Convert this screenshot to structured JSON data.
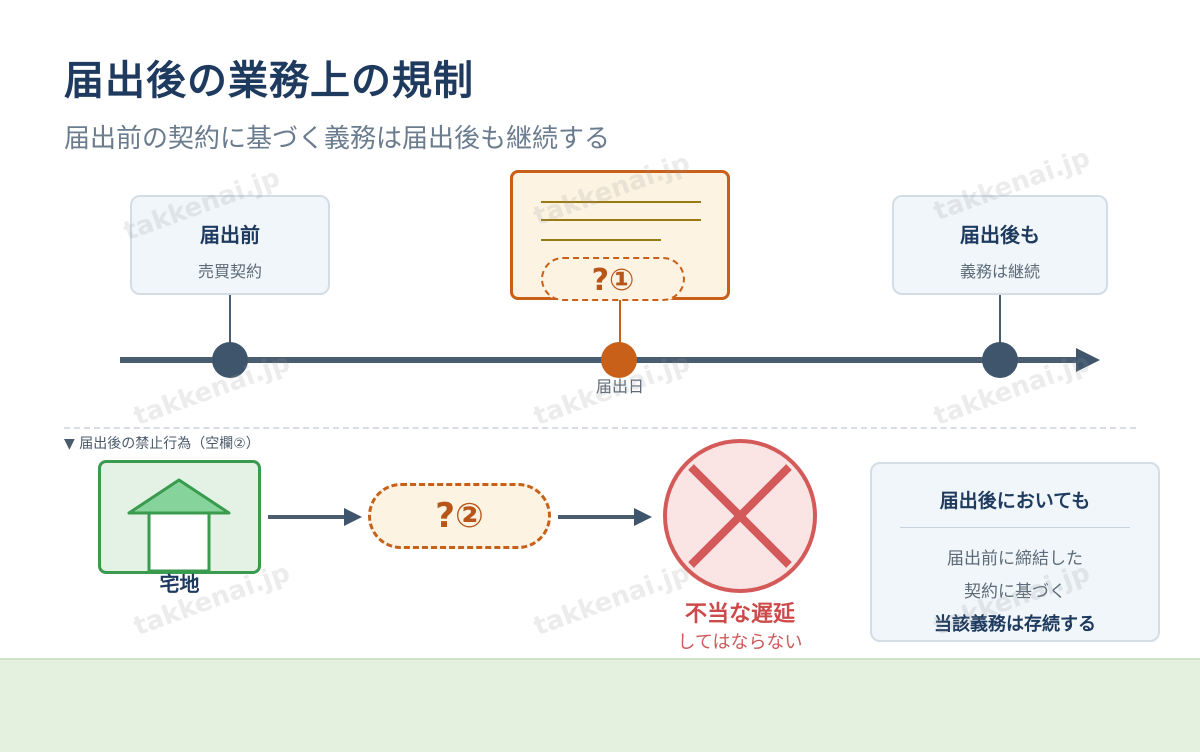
{
  "title": "届出後の業務上の規制",
  "subtitle": "届出前の契約に基づく義務は届出後も継続する",
  "timeline": {
    "before": {
      "heading": "届出前",
      "sub": "売買契約"
    },
    "blank": "?①",
    "date_label": "届出日",
    "after": {
      "heading": "届出後も",
      "sub": "義務は継続"
    }
  },
  "section_label": "▼ 届出後の禁止行為（空欄②）",
  "flow": {
    "land_label": "宅地",
    "blank": "?②",
    "prohibited": "不当な遅延",
    "prohibited_sub": "してはならない"
  },
  "note": {
    "heading": "届出後においても",
    "line1": "届出前に締結した",
    "line2": "契約に基づく",
    "bold": "当該義務は存続する"
  },
  "watermark": "takkenai.jp",
  "colors": {
    "navy": "#1e3a5f",
    "orange": "#c8601a",
    "green": "#3a9a4e",
    "red": "#d45a5a",
    "axis": "#3f556c"
  }
}
